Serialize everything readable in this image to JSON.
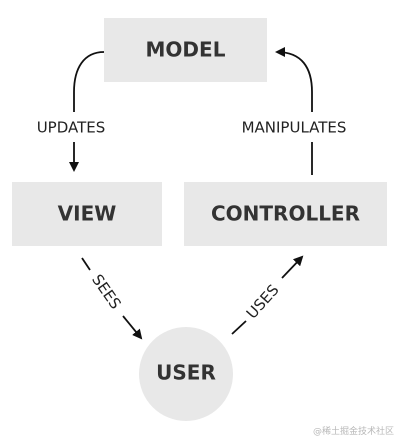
{
  "diagram": {
    "nodes": {
      "model": {
        "label": "MODEL"
      },
      "view": {
        "label": "VIEW"
      },
      "controller": {
        "label": "CONTROLLER"
      },
      "user": {
        "label": "USER"
      }
    },
    "edges": {
      "updates": {
        "label": "UPDATES"
      },
      "manipulates": {
        "label": "MANIPULATES"
      },
      "sees": {
        "label": "SEES"
      },
      "uses": {
        "label": "USES"
      }
    }
  },
  "watermark": "@稀土掘金技术社区",
  "colors": {
    "node_fill": "#e8e8e8",
    "node_text": "#333333",
    "line": "#111111",
    "background": "#ffffff"
  }
}
